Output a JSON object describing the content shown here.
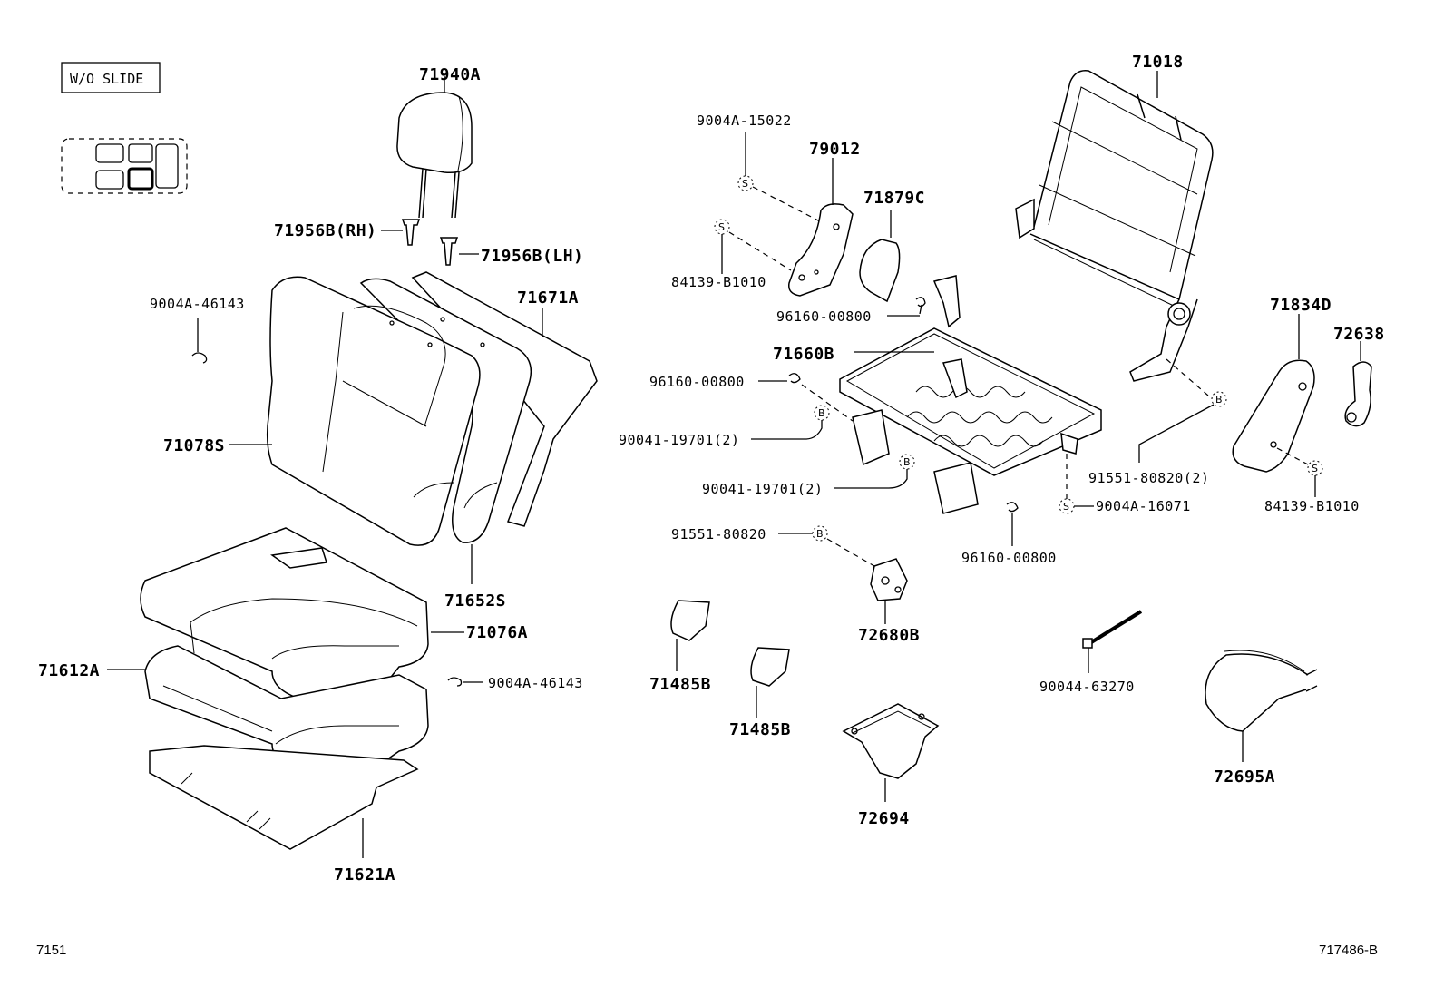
{
  "header_box": {
    "label": "W/O SLIDE"
  },
  "callouts": {
    "headrest": "71940A",
    "guide_rh": "71956B(RH)",
    "guide_lh": "71956B(LH)",
    "clip_top": "9004A-46143",
    "back_pad": "71671A",
    "back_cover": "71078S",
    "back_pad2": "71652S",
    "cushion_cover": "71076A",
    "cushion_pad": "71612A",
    "clip_bottom": "9004A-46143",
    "cushion_sheet": "71621A",
    "screw_top": "9004A-15022",
    "hinge_cover": "79012",
    "cover_c": "71879C",
    "screw_84139_left": "84139-B1010",
    "clip_96160_a": "96160-00800",
    "frame_b": "71660B",
    "clip_96160_b": "96160-00800",
    "bolt_90041_a": "90041-19701(2)",
    "bolt_90041_b": "90041-19701(2)",
    "bolt_91551": "91551-80820",
    "clip_96160_c": "96160-00800",
    "lock_72680": "72680B",
    "back_frame": "71018",
    "cover_d": "71834D",
    "knob": "72638",
    "bolt_91551_2": "91551-80820(2)",
    "screw_16071": "9004A-16071",
    "screw_84139_right": "84139-B1010",
    "cover_b1": "71485B",
    "cover_b2": "71485B",
    "tray": "72694",
    "tie": "90044-63270",
    "cable": "72695A"
  },
  "markers": {
    "screw": "S",
    "bolt": "B"
  },
  "footer": {
    "left": "7151",
    "right": "717486-B"
  }
}
